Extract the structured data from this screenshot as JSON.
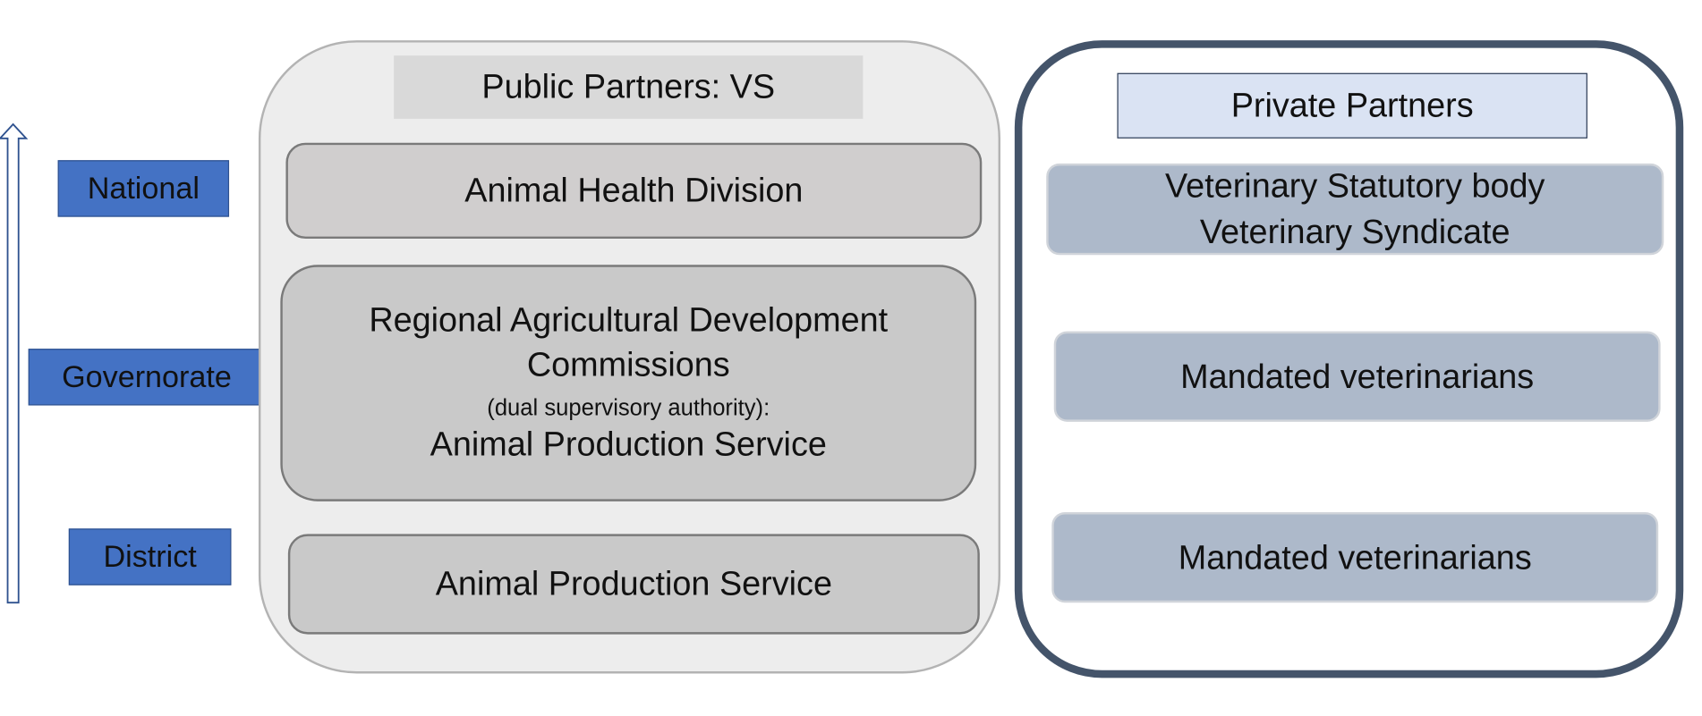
{
  "levels": {
    "national": "National",
    "governorate": "Governorate",
    "district": "District"
  },
  "public": {
    "title": "Public Partners: VS",
    "national": "Animal Health Division",
    "governorate_line1": "Regional Agricultural Development",
    "governorate_line2": "Commissions",
    "governorate_note": "(dual supervisory authority):",
    "governorate_line3": "Animal Production Service",
    "district": "Animal Production Service"
  },
  "private": {
    "title": "Private Partners",
    "national_line1": "Veterinary Statutory body",
    "national_line2": "Veterinary Syndicate",
    "governorate": "Mandated veterinarians",
    "district": "Mandated veterinarians"
  }
}
